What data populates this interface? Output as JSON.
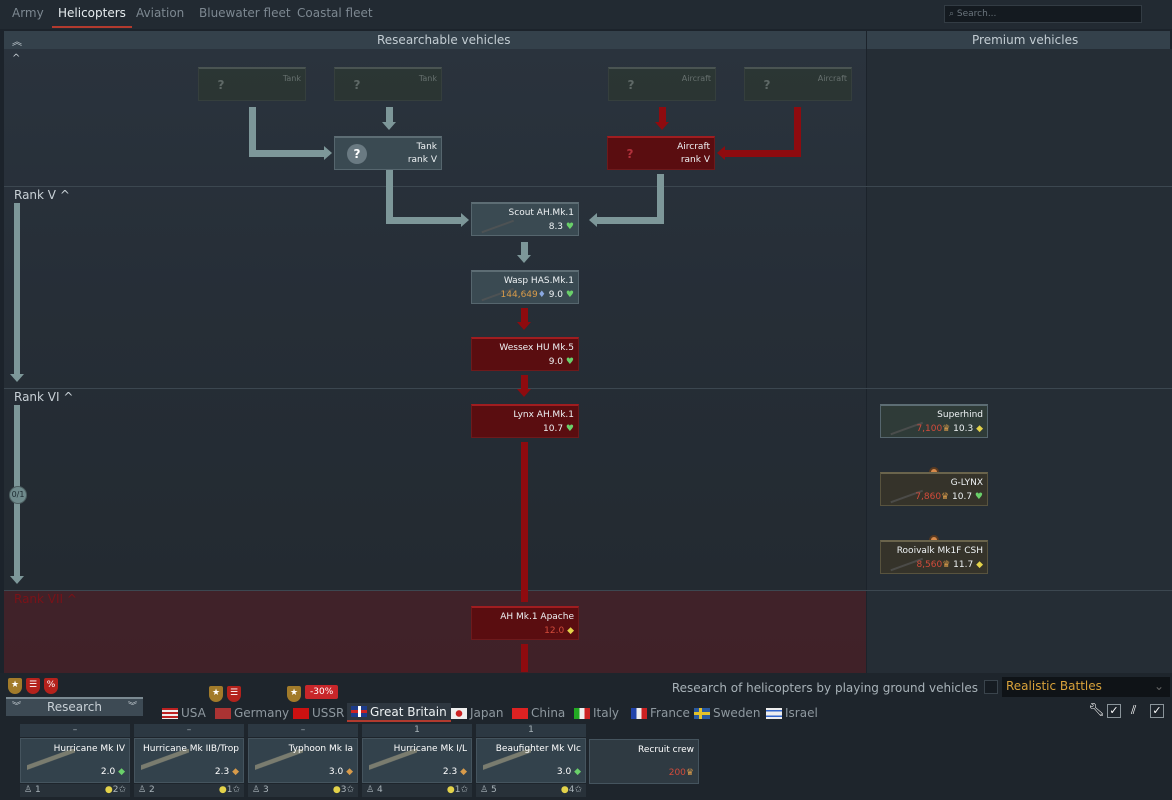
{
  "tabs": [
    "Army",
    "Helicopters",
    "Aviation",
    "Bluewater fleet",
    "Coastal fleet"
  ],
  "search_placeholder": "Search...",
  "header": {
    "researchable": "Researchable vehicles",
    "premium": "Premium vehicles"
  },
  "ranks": {
    "v": "Rank V ^",
    "vi": "Rank VI ^",
    "vii": "Rank VII ^",
    "progress": "0/1"
  },
  "nodes": {
    "t1": {
      "name": "Tank"
    },
    "t2": {
      "name": "Tank"
    },
    "a1": {
      "name": "Aircraft"
    },
    "a2": {
      "name": "Aircraft"
    },
    "tank_v": {
      "name": "Tank",
      "sub": "rank V"
    },
    "air_v": {
      "name": "Aircraft",
      "sub": "rank V"
    },
    "scout": {
      "name": "Scout AH.Mk.1",
      "br": "8.3"
    },
    "wasp": {
      "name": "Wasp HAS.Mk.1",
      "cost": "144,649",
      "br": "9.0"
    },
    "wessex": {
      "name": "Wessex HU Mk.5",
      "br": "9.0"
    },
    "lynx": {
      "name": "Lynx AH.Mk.1",
      "br": "10.7"
    },
    "apache": {
      "name": "AH Mk.1 Apache",
      "br": "12.0"
    },
    "superhind": {
      "name": "Superhind",
      "cost": "7,100",
      "br": "10.3"
    },
    "glynx": {
      "name": "G-LYNX",
      "cost": "7,860",
      "br": "10.7"
    },
    "rooivalk": {
      "name": "Rooivalk Mk1F CSH",
      "cost": "8,560",
      "br": "11.7"
    }
  },
  "research_option": "Research of helicopters by playing ground vehicles",
  "mode": "Realistic Battles",
  "research_button": "Research",
  "discount": "-30%",
  "nations": [
    "USA",
    "Germany",
    "USSR",
    "Great Britain",
    "Japan",
    "China",
    "Italy",
    "France",
    "Sweden",
    "Israel"
  ],
  "crew": [
    {
      "top": "–",
      "name": "Hurricane Mk IV",
      "br": "2.0",
      "slot": "1",
      "qual": "2"
    },
    {
      "top": "–",
      "name": "Hurricane Mk IIB/Trop",
      "br": "2.3",
      "slot": "2",
      "qual": "1"
    },
    {
      "top": "–",
      "name": "Typhoon Mk Ia",
      "br": "3.0",
      "slot": "3",
      "qual": "3"
    },
    {
      "top": "1",
      "name": "Hurricane Mk I/L",
      "br": "2.3",
      "slot": "4",
      "qual": "1"
    },
    {
      "top": "1",
      "name": "Beaufighter Mk VIc",
      "br": "3.0",
      "slot": "5",
      "qual": "4"
    }
  ],
  "recruit": {
    "label": "Recruit crew",
    "cost": "200"
  }
}
